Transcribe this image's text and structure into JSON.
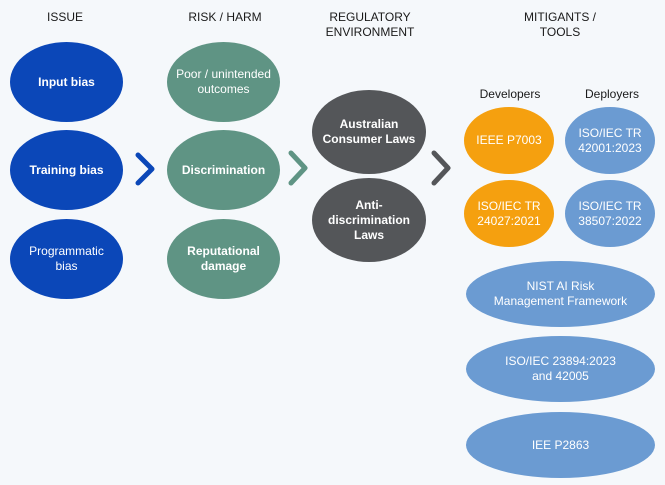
{
  "headers": {
    "issue": "ISSUE",
    "risk": "RISK / HARM",
    "regulatory_line1": "REGULATORY",
    "regulatory_line2": "ENVIRONMENT",
    "mitigants_line1": "MITIGANTS /",
    "mitigants_line2": "TOOLS"
  },
  "subheaders": {
    "developers": "Developers",
    "deployers": "Deployers"
  },
  "issues": [
    {
      "line1": "Input bias",
      "line2": ""
    },
    {
      "line1": "Training bias",
      "line2": ""
    },
    {
      "line1": "Programmatic",
      "line2": "bias"
    }
  ],
  "risks": [
    {
      "line1": "Poor / unintended",
      "line2": "outcomes"
    },
    {
      "line1": "Discrimination",
      "line2": ""
    },
    {
      "line1": "Reputational",
      "line2": "damage"
    }
  ],
  "regulatory": [
    {
      "line1": "Australian",
      "line2": "Consumer Laws"
    },
    {
      "line1": "Anti-discrimination",
      "line2": "Laws"
    }
  ],
  "developers": [
    {
      "line1": "IEEE P7003",
      "line2": ""
    },
    {
      "line1": "ISO/IEC TR",
      "line2": "24027:2021"
    }
  ],
  "deployers": [
    {
      "line1": "ISO/IEC TR",
      "line2": "42001:2023"
    },
    {
      "line1": "ISO/IEC TR",
      "line2": "38507:2022"
    }
  ],
  "general_tools": [
    {
      "line1": "NIST AI Risk",
      "line2": "Management Framework"
    },
    {
      "line1": "ISO/IEC 23894:2023",
      "line2": "and 42005"
    },
    {
      "line1": "IEE P2863",
      "line2": ""
    }
  ],
  "colors": {
    "issue": "#0b47b8",
    "risk": "#5f9484",
    "regulatory": "#545659",
    "developers": "#f5a00f",
    "deployers": "#6b9bd2",
    "background": "#f5f8fb"
  }
}
